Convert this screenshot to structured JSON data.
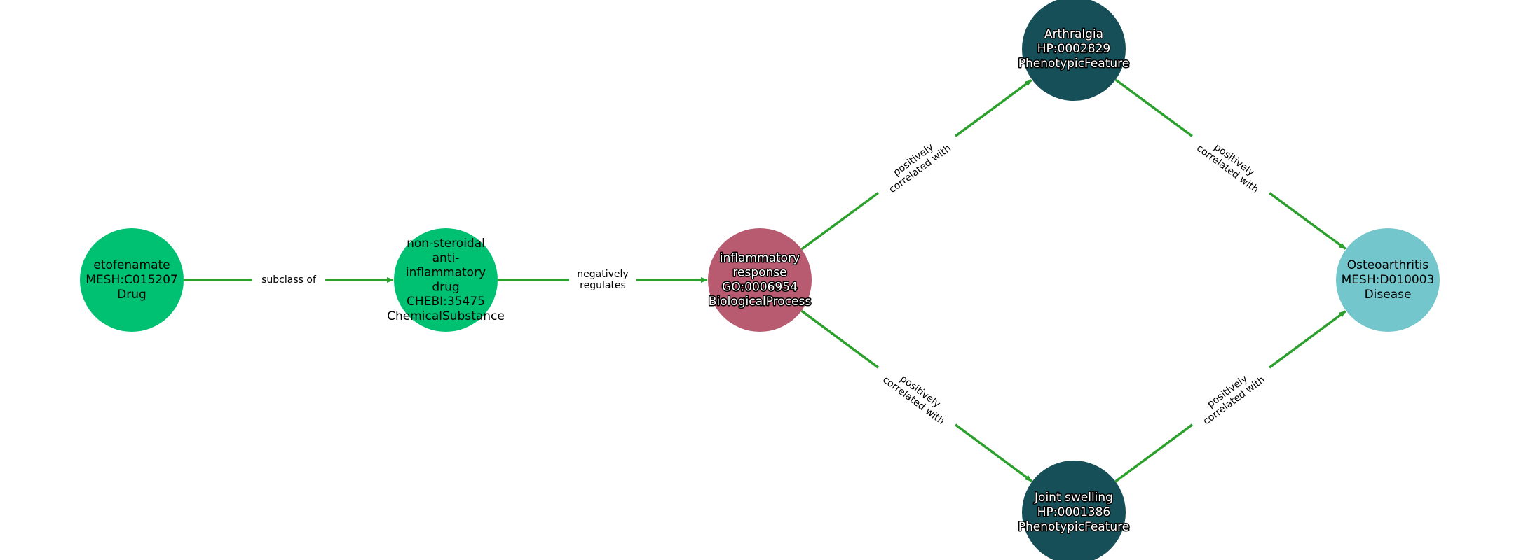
{
  "colors": {
    "edge": "#2ca02c",
    "drug": "#00c071",
    "chemical": "#00c071",
    "process": "#b85b70",
    "phenotype": "#164f57",
    "disease": "#73c6cb"
  },
  "nodes": [
    {
      "id": "etofenamate",
      "lines": [
        "etofenamate",
        "MESH:C015207",
        "Drug"
      ],
      "category": "drug",
      "text_color": "#000000",
      "halo": false
    },
    {
      "id": "nsaid",
      "lines": [
        "non-steroidal",
        "anti-",
        "inflammatory",
        "drug",
        "CHEBI:35475",
        "ChemicalSubstance"
      ],
      "category": "chemical",
      "text_color": "#000000",
      "halo": false
    },
    {
      "id": "inflammatory-response",
      "lines": [
        "inflammatory",
        "response",
        "GO:0006954",
        "BiologicalProcess"
      ],
      "category": "process",
      "text_color": "#ffffff",
      "halo": true
    },
    {
      "id": "arthralgia",
      "lines": [
        "Arthralgia",
        "HP:0002829",
        "PhenotypicFeature"
      ],
      "category": "phenotype",
      "text_color": "#ffffff",
      "halo": true
    },
    {
      "id": "joint-swelling",
      "lines": [
        "Joint swelling",
        "HP:0001386",
        "PhenotypicFeature"
      ],
      "category": "phenotype",
      "text_color": "#ffffff",
      "halo": true
    },
    {
      "id": "osteoarthritis",
      "lines": [
        "Osteoarthritis",
        "MESH:D010003",
        "Disease"
      ],
      "category": "disease",
      "text_color": "#000000",
      "halo": false
    }
  ],
  "edges": [
    {
      "source": "etofenamate",
      "target": "nsaid",
      "label_lines": [
        "subclass of"
      ]
    },
    {
      "source": "nsaid",
      "target": "inflammatory-response",
      "label_lines": [
        "negatively",
        "regulates"
      ]
    },
    {
      "source": "inflammatory-response",
      "target": "arthralgia",
      "label_lines": [
        "positively",
        "correlated with"
      ]
    },
    {
      "source": "inflammatory-response",
      "target": "joint-swelling",
      "label_lines": [
        "positively",
        "correlated with"
      ]
    },
    {
      "source": "arthralgia",
      "target": "osteoarthritis",
      "label_lines": [
        "positively",
        "correlated with"
      ]
    },
    {
      "source": "joint-swelling",
      "target": "osteoarthritis",
      "label_lines": [
        "positively",
        "correlated with"
      ]
    }
  ]
}
